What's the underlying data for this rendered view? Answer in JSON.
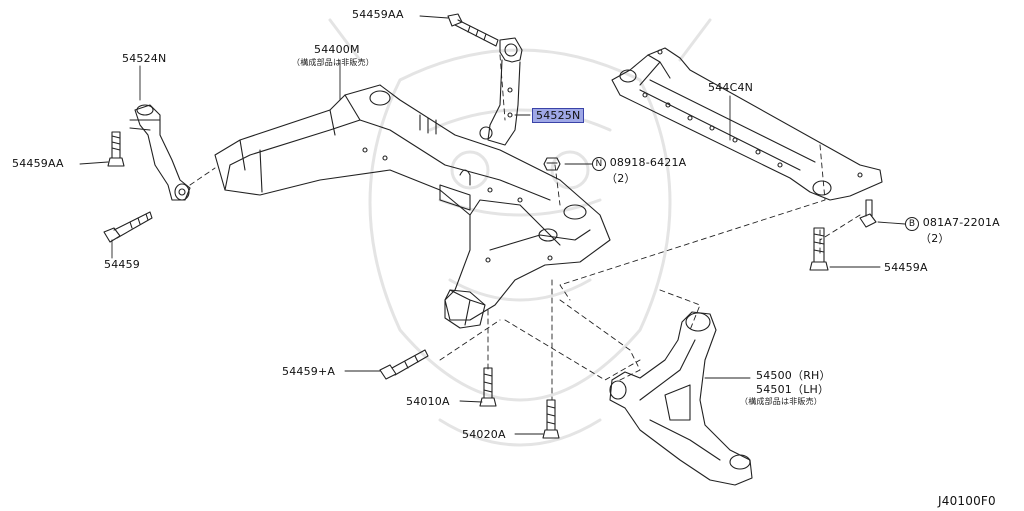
{
  "diagram_id": "J40100F0",
  "parts": {
    "bolt_top": "54459AA",
    "crossmember": "54400M",
    "crossmember_note": "（構成部品は非販売）",
    "link_left": "54524N",
    "bolt_left": "54459AA",
    "bolt_left_lower": "54459",
    "bracket_highlight": "54525N",
    "rear_bar": "544C4N",
    "nut_part": "08918-6421A",
    "nut_prefix": "N",
    "nut_qty": "（2）",
    "bolt_right_part": "081A7-2201A",
    "bolt_right_prefix": "B",
    "bolt_right_qty": "（2）",
    "bolt_right_lower": "54459A",
    "bolt_front": "54459+A",
    "bolt_center1": "54010A",
    "bolt_center2": "54020A",
    "arm_rh": "54500（RH）",
    "arm_lh": "54501（LH）",
    "arm_note": "（構成部品は非販売）"
  },
  "colors": {
    "line": "#222222",
    "highlight": "#9fa8e6",
    "watermark": "#e6e6e6"
  }
}
